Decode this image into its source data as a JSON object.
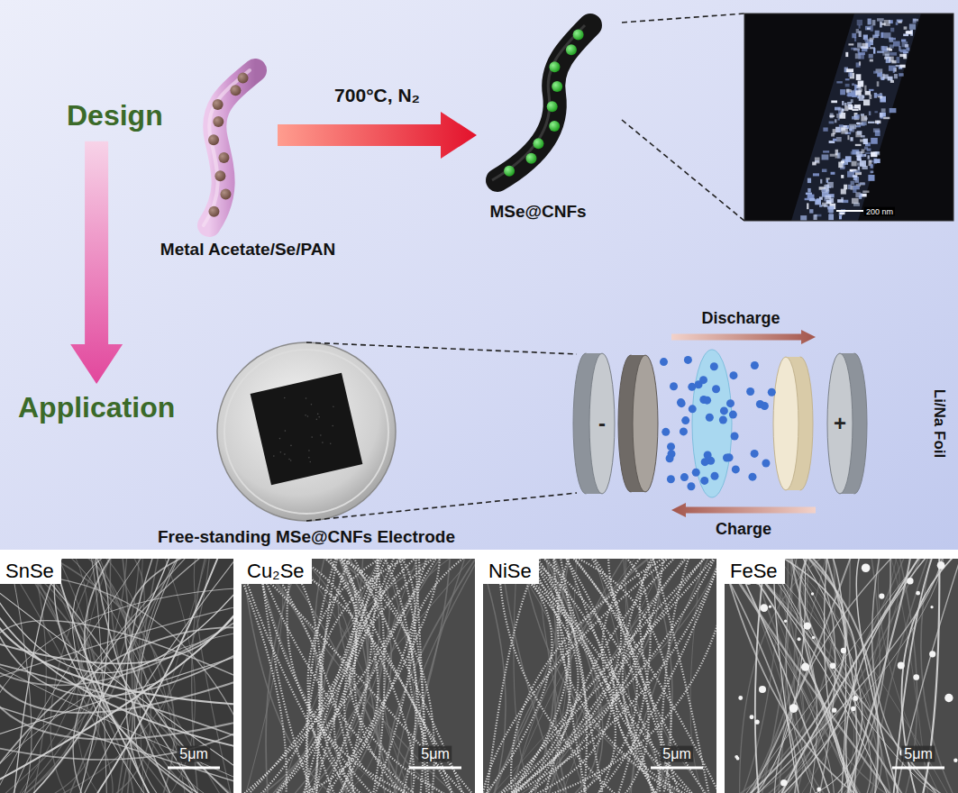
{
  "diagram": {
    "nodes": [
      {
        "text": [
          "Design"
        ]
      },
      {
        "text": [
          "Application"
        ]
      },
      {
        "text": [
          "Metal Acetate/Se/PAN"
        ]
      },
      {
        "text": [
          "MSe@CNFs"
        ]
      },
      {
        "text": [
          "200 nm"
        ]
      },
      {
        "text": [
          "Free-standing MSe@CNFs Electrode"
        ]
      },
      {
        "text": [
          "-",
          "+",
          "Li/Na Foil"
        ]
      },
      {
        "text": [
          "SnSe",
          "5μm"
        ]
      },
      {
        "text": [
          "Cu₂Se",
          "5μm"
        ]
      },
      {
        "text": [
          "NiSe",
          "5μm"
        ]
      },
      {
        "text": [
          "FeSe",
          "5μm"
        ]
      }
    ],
    "edges": [
      {
        "from": 0,
        "to": 1,
        "arrow": "to"
      },
      {
        "from": 2,
        "to": 3,
        "label": "700°C, N₂",
        "arrow": "to"
      },
      {
        "from": 3,
        "to": 4,
        "arrow": "none"
      },
      {
        "from": 5,
        "to": 6,
        "arrow": "none"
      }
    ],
    "labels": [
      "Discharge",
      "Charge"
    ]
  }
}
